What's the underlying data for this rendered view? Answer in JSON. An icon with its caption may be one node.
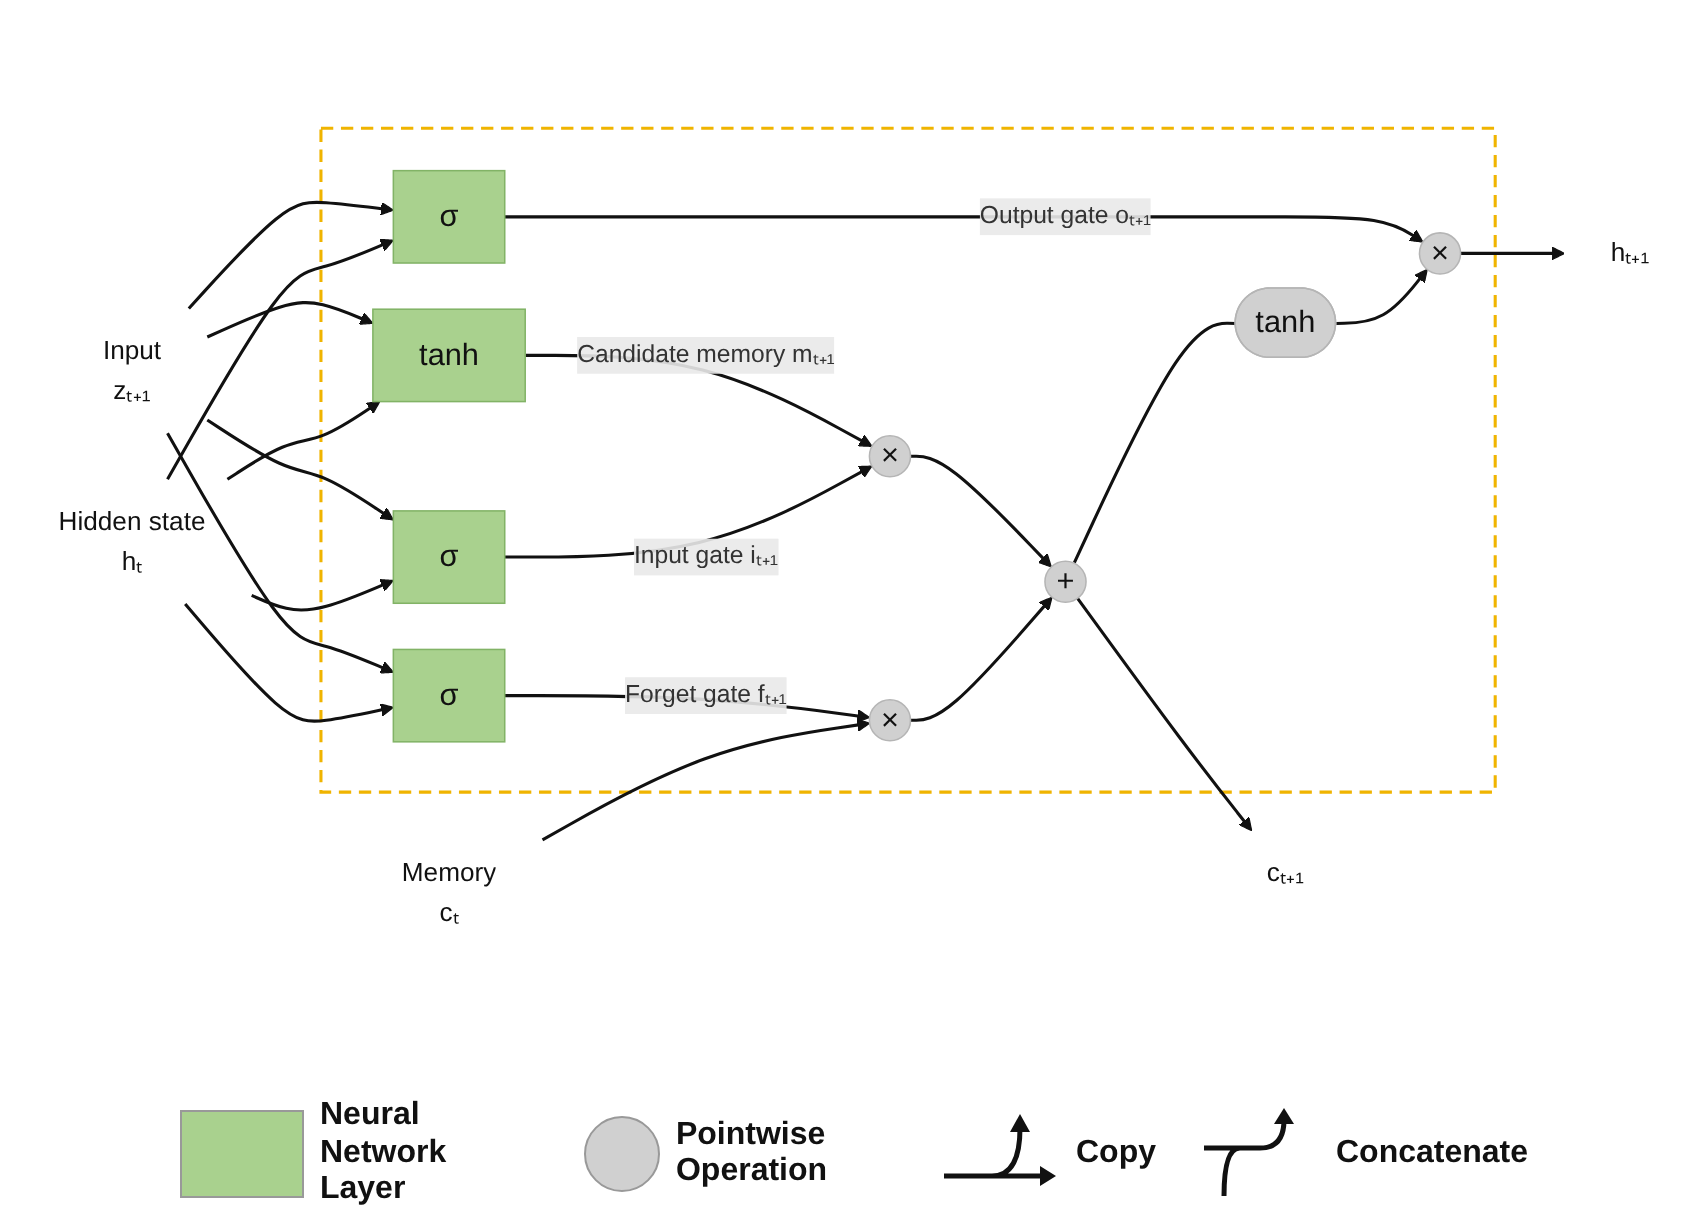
{
  "diagram": {
    "nodes": [
      {
        "text": [],
        "shape": "box"
      },
      {
        "text": [
          "Memory",
          "cₜ"
        ]
      },
      {
        "text": [
          "×"
        ],
        "in": 0
      },
      {
        "text": [
          "+"
        ],
        "in": 0
      },
      {
        "text": [
          "cₜ₊₁"
        ]
      },
      {
        "text": [
          "tanh"
        ],
        "in": 0
      },
      {
        "text": [
          "×"
        ],
        "in": 0
      },
      {
        "text": [
          "×"
        ],
        "in": 0
      },
      {
        "text": [
          "σ"
        ],
        "in": 0
      },
      {
        "text": [
          "σ"
        ],
        "in": 0
      },
      {
        "text": [
          "tanh"
        ],
        "in": 0
      },
      {
        "text": [
          "σ"
        ],
        "in": 0
      },
      {
        "text": [
          "Hidden state",
          "hₜ"
        ]
      },
      {
        "text": [
          "hₜ₊₁"
        ]
      },
      {
        "text": [
          "Input",
          "zₜ₊₁"
        ]
      }
    ],
    "edges": [
      {
        "from": 1,
        "to": 2,
        "arrow": "to"
      },
      {
        "from": 8,
        "to": 2,
        "arrow": "to",
        "label": "Forget gate fₜ₊₁"
      },
      {
        "from": 2,
        "to": 3,
        "arrow": "to"
      },
      {
        "from": 6,
        "to": 3,
        "arrow": "to"
      },
      {
        "from": 3,
        "to": 4,
        "arrow": "to"
      },
      {
        "from": 3,
        "to": 5,
        "arrow": "none"
      },
      {
        "from": 5,
        "to": 7,
        "arrow": "to"
      },
      {
        "from": 9,
        "to": 6,
        "arrow": "to",
        "label": "Input gate iₜ₊₁"
      },
      {
        "from": 10,
        "to": 6,
        "arrow": "to",
        "label": "Candidate memory mₜ₊₁"
      },
      {
        "from": 11,
        "to": 7,
        "arrow": "to",
        "label": "Output gate oₜ₊₁"
      },
      {
        "from": 7,
        "to": 13,
        "arrow": "to"
      },
      {
        "from": 12,
        "to": 8,
        "arrow": "to"
      },
      {
        "from": 12,
        "to": 9,
        "arrow": "to"
      },
      {
        "from": 12,
        "to": 10,
        "arrow": "to"
      },
      {
        "from": 12,
        "to": 11,
        "arrow": "to"
      },
      {
        "from": 14,
        "to": 8,
        "arrow": "to"
      },
      {
        "from": 14,
        "to": 9,
        "arrow": "to"
      },
      {
        "from": 14,
        "to": 10,
        "arrow": "to"
      },
      {
        "from": 14,
        "to": 11,
        "arrow": "to"
      }
    ],
    "legend": [
      {
        "text": "Neural Network Layer",
        "color": "#a9d18e"
      },
      {
        "text": "Pointwise Operation",
        "color": "#d0d0d0"
      },
      {
        "text": "Copy"
      },
      {
        "text": "Concatenate"
      }
    ]
  }
}
